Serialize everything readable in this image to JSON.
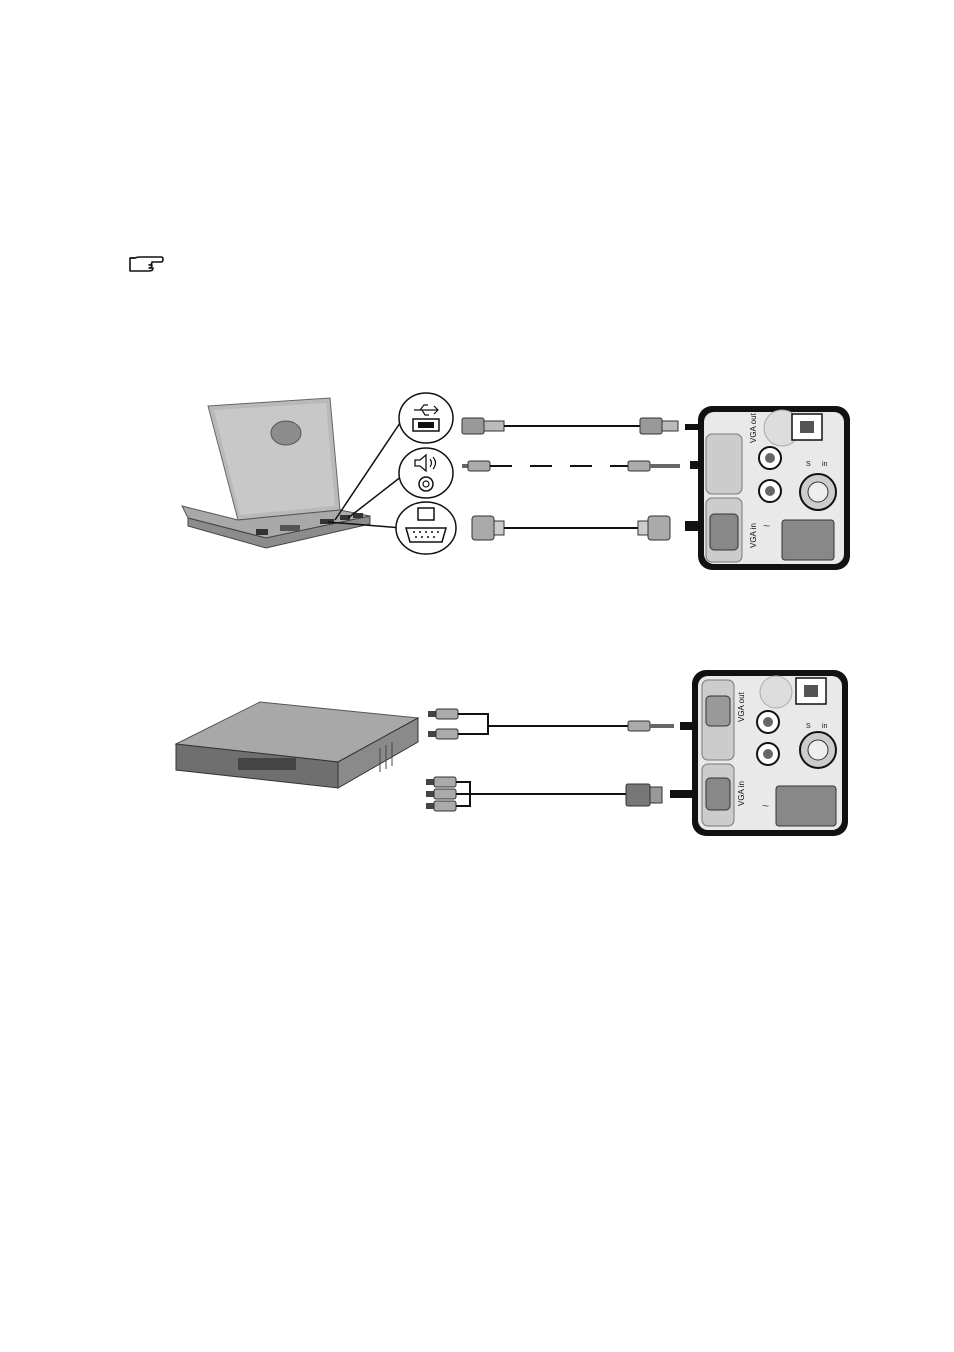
{
  "note_icon": "pointing-hand-icon",
  "projector_labels": {
    "vga_out": "VGA out",
    "vga_in": "VGA in",
    "s_video_in": "in",
    "s_video_prefix": "S"
  },
  "laptop_ports": [
    "usb-icon",
    "audio-icon",
    "monitor-icon"
  ],
  "colors": {
    "ink": "#111111",
    "panel": "#e9e9e9",
    "device": "#b9b9b9"
  }
}
